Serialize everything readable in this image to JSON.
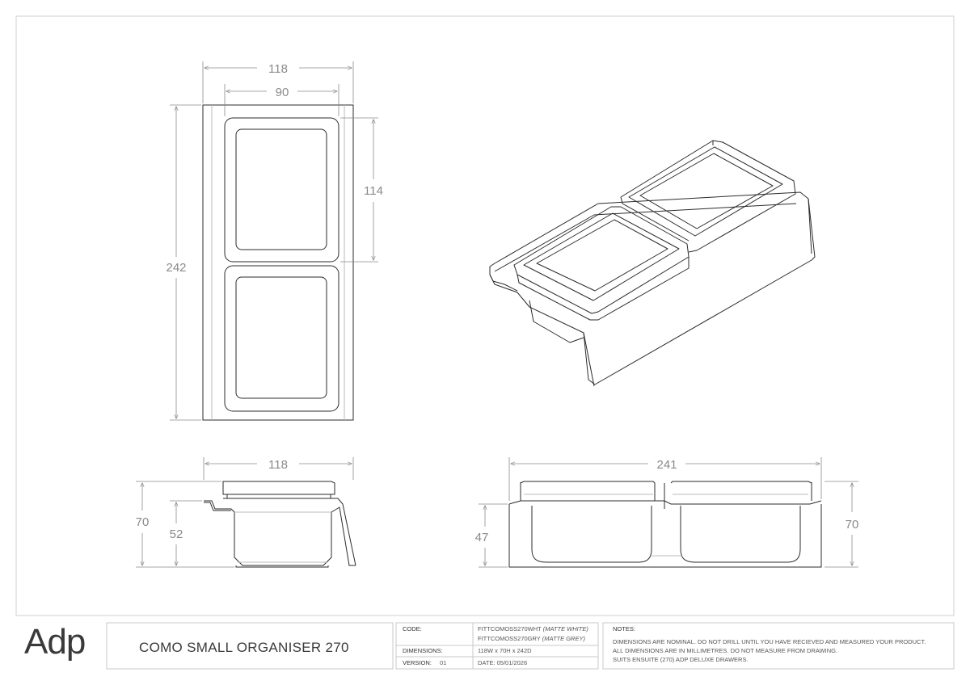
{
  "brand": {
    "logo": "Adp"
  },
  "product": {
    "title": "COMO SMALL ORGANISER 270"
  },
  "dimensions_labels": {
    "top_width_outer": "118",
    "top_width_inner": "90",
    "top_height_total": "242",
    "top_compartment_height": "114",
    "side_width": "118",
    "side_height_total": "70",
    "side_height_inner": "52",
    "front_length": "241",
    "front_height_inner": "47",
    "front_height_total": "70"
  },
  "title_block": {
    "code_label": "CODE:",
    "code_white": "FITTCOMOSS270WHT",
    "code_white_finish": "(MATTE WHITE)",
    "code_grey": "FITTCOMOSS270GRY",
    "code_grey_finish": "(MATTE GREY)",
    "dimensions_label": "DIMENSIONS:",
    "dimensions_value": "118W x 70H x 242D",
    "version_label": "VERSION:",
    "version_value": "01",
    "date_text": "DATE: 05/01/2026",
    "notes_label": "NOTES:",
    "notes": [
      "DIMENSIONS ARE NOMINAL. DO NOT DRILL UNTIL YOU HAVE RECIEVED AND MEASURED YOUR PRODUCT.",
      "ALL DIMENSIONS ARE IN MILLIMETRES. DO NOT MEASURE FROM DRAWING.",
      "SUITS ENSUITE (270) ADP DELUXE DRAWERS."
    ]
  },
  "colors": {
    "line": "#2b2b2b",
    "dim": "#8a8a8a",
    "frame": "#c8c8c8"
  }
}
